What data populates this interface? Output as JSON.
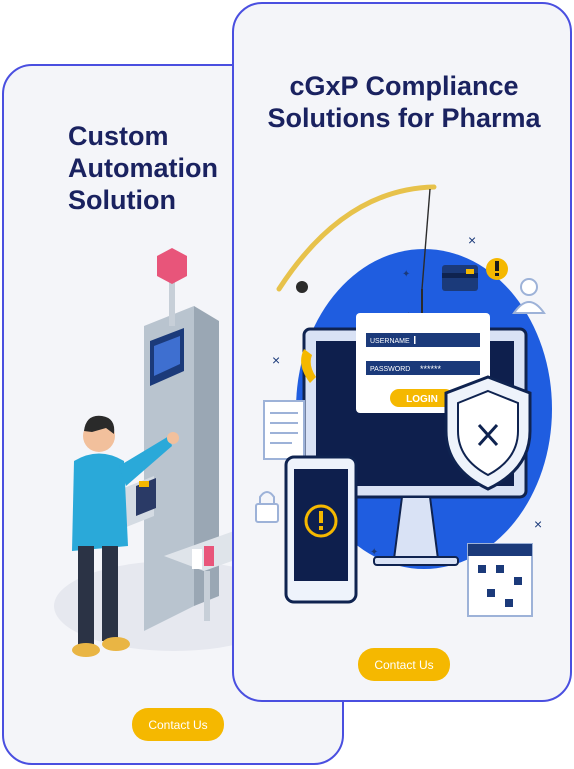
{
  "cards": {
    "automation": {
      "title_lines": [
        "Custom",
        "Automation",
        "Solution"
      ],
      "cta_label": "Contact Us"
    },
    "compliance": {
      "title_lines": [
        "cGxP Compliance",
        "Solutions for Pharma"
      ],
      "cta_label": "Contact Us",
      "login_form": {
        "username_label": "USERNAME",
        "password_label": "PASSWORD",
        "password_mask": "******",
        "login_label": "LOGIN"
      }
    }
  },
  "colors": {
    "border": "#4a4fe0",
    "title": "#1a2260",
    "cta": "#f5b800",
    "circle": "#1f5de0"
  },
  "icons": [
    "fishing-hook-icon",
    "credit-card-icon",
    "warning-icon",
    "user-icon",
    "shield-icon",
    "phone-icon",
    "document-icon",
    "padlock-icon",
    "calendar-icon",
    "smartphone-icon"
  ]
}
